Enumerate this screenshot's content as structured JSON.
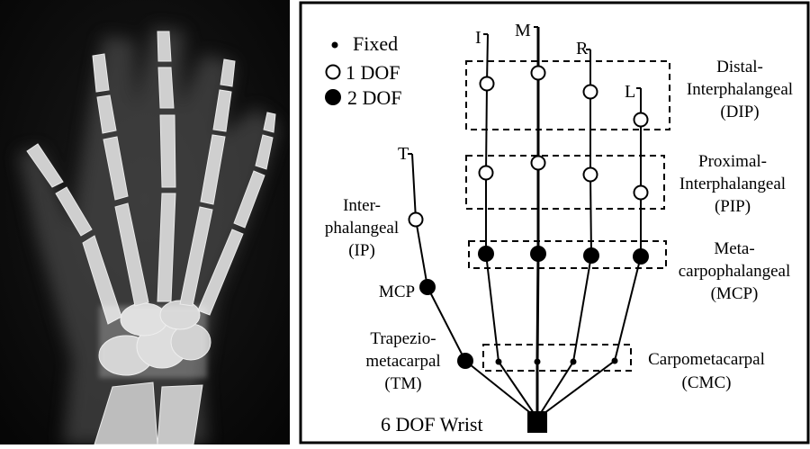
{
  "legend": {
    "fixed": "Fixed",
    "one_dof": "1 DOF",
    "two_dof": "2 DOF"
  },
  "fingers": {
    "index": "I",
    "middle": "M",
    "ring": "R",
    "little": "L",
    "thumb": "T"
  },
  "joint_groups": {
    "dip": [
      "Distal-",
      "Interphalangeal",
      "(DIP)"
    ],
    "pip": [
      "Proximal-",
      "Interphalangeal",
      "(PIP)"
    ],
    "mcp": [
      "Meta-",
      "carpophalangeal",
      "(MCP)"
    ],
    "cmc": [
      "Carpometacarpal",
      "(CMC)"
    ]
  },
  "thumb_joints": {
    "ip": [
      "Inter-",
      "phalangeal",
      "(IP)"
    ],
    "mcp": "MCP",
    "tm": [
      "Trapezio-",
      "metacarpal",
      "(TM)"
    ]
  },
  "wrist": "6 DOF Wrist",
  "colors": {
    "xray_background": "#0b0b0b",
    "bone": "#d9d9d9",
    "ink": "#000000"
  }
}
